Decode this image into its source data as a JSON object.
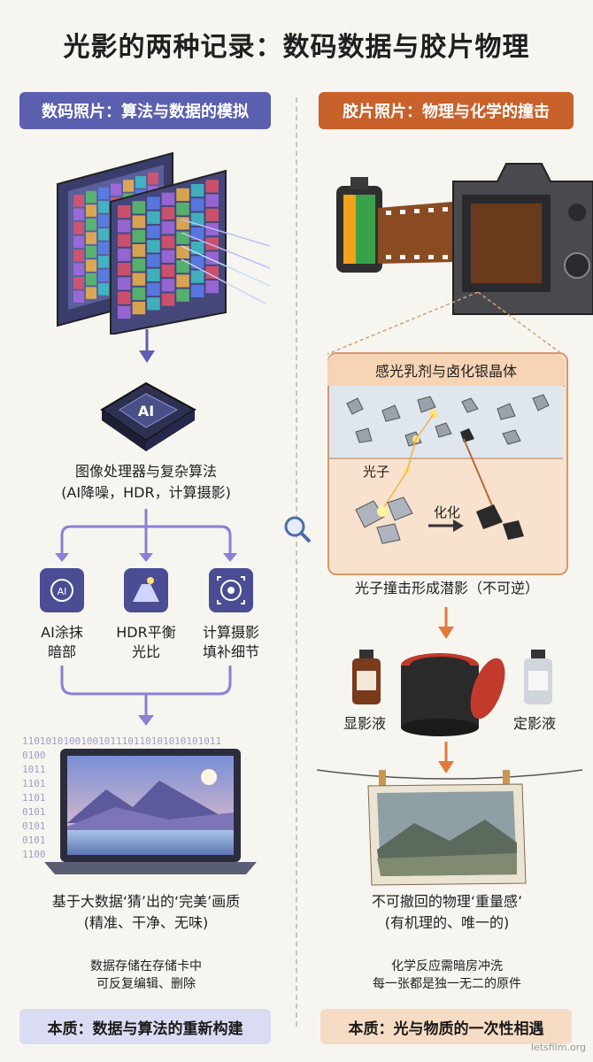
{
  "title": "光影的两种记录：数码数据与胶片物理",
  "left": {
    "header": "数码照片：算法与数据的模拟",
    "chip_label": "AI",
    "processor_line1": "图像处理器与复杂算法",
    "processor_line2": "(AI降噪，HDR，计算摄影)",
    "features": [
      {
        "line1": "AI涂抹",
        "line2": "暗部"
      },
      {
        "line1": "HDR平衡",
        "line2": "光比"
      },
      {
        "line1": "计算摄影",
        "line2": "填补细节"
      }
    ],
    "binary_lines": [
      "1101010100100101110110101010101011",
      "0100",
      "1011",
      "1101",
      "1101",
      "0101",
      "0101",
      "0101",
      "1100"
    ],
    "result_line1": "基于大数据‘猜’出的‘完美’画质",
    "result_line2": "(精准、干净、无味)",
    "storage_line1": "数据存储在存储卡中",
    "storage_line2": "可反复编辑、删除",
    "footer": "本质：数据与算法的重新构建"
  },
  "right": {
    "header": "胶片照片：物理与化学的撞击",
    "emulsion_title": "感光乳剂与卤化银晶体",
    "photon_label": "光子",
    "change_label": "化化",
    "latent_caption": "光子撞击形成潜影（不可逆）",
    "developer_label": "显影液",
    "fixer_label": "定影液",
    "result_line1": "不可撤回的物理‘重量感’",
    "result_line2": "(有机理的、唯一的)",
    "chem_line1": "化学反应需暗房冲洗",
    "chem_line2": "每一张都是独一无二的原件",
    "footer": "本质：光与物质的一次性相遇"
  },
  "watermark": "letsfilm.org",
  "colors": {
    "left_accent": "#5b5fb0",
    "right_accent": "#c8612a",
    "left_footer_bg": "#d9dcf3",
    "right_footer_bg": "#f6dcc4",
    "arrow_orange": "#e07a3c"
  },
  "icons": [
    "sensor-icon",
    "ai-chip-icon",
    "ai-smear-icon",
    "hdr-icon",
    "computational-icon",
    "laptop-icon",
    "magnifier-icon",
    "film-roll-icon",
    "camera-icon",
    "developer-bottle-icon",
    "fixer-bottle-icon",
    "dev-tank-icon",
    "hanging-photo-icon"
  ]
}
